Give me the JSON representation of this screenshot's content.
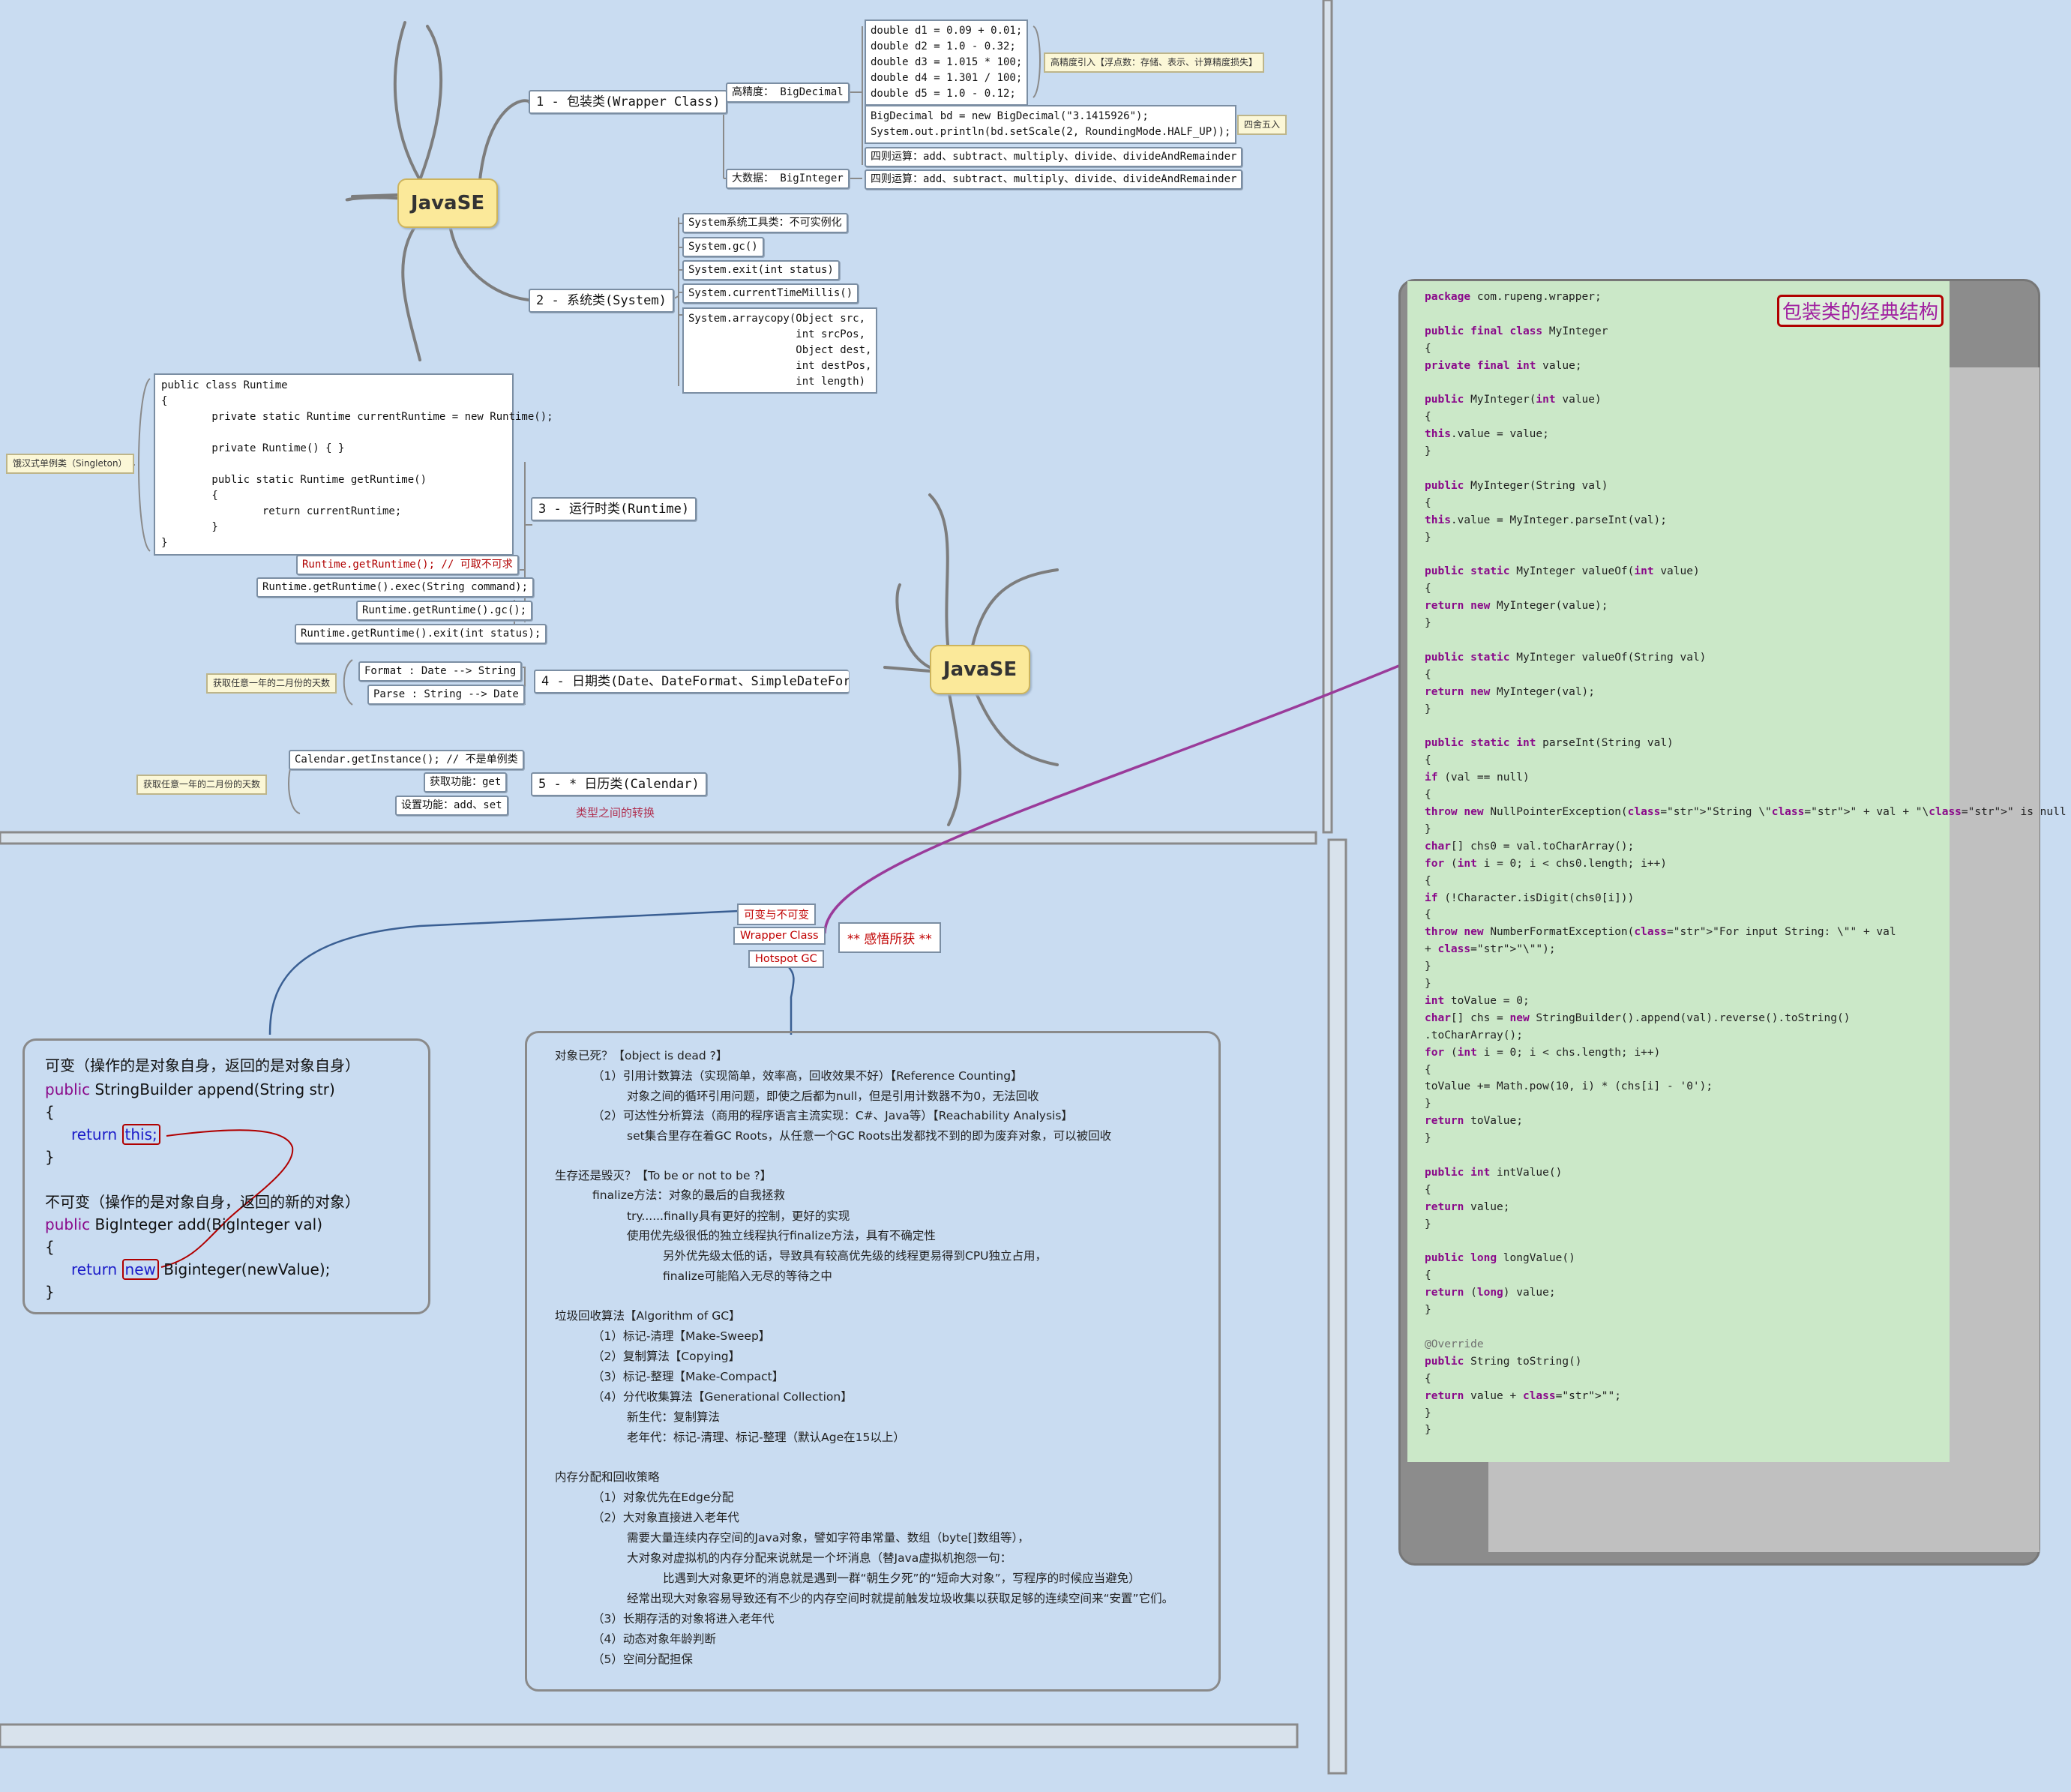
{
  "mindmap": {
    "center_label": "JavaSE",
    "branches": {
      "wrapper": "1 - 包装类(Wrapper Class)",
      "system": "2 - 系统类(System)",
      "runtime": "3 - 运行时类(Runtime)",
      "date": "4 - 日期类(Date、DateFormat、SimpleDateFor",
      "calendar": "5 - * 日历类(Calendar)"
    },
    "bigdecimal_label": "高精度：  BigDecimal",
    "biginteger_label": "大数据：  BigInteger",
    "double_code": "double d1 = 0.09 + 0.01;\ndouble d2 = 1.0 - 0.32;\ndouble d3 = 1.015 * 100;\ndouble d4 = 1.301 / 100;\ndouble d5 = 1.0 - 0.12;",
    "precision_note": "高精度引入【浮点数：存储、表示、计算精度损失】",
    "bd_code": "BigDecimal bd = new BigDecimal(\"3.1415926\");\nSystem.out.println(bd.setScale(2, RoundingMode.HALF_UP));",
    "rounding_note": "四舍五入",
    "arith_1": "四则运算：add、subtract、multiply、divide、divideAndRemainder",
    "arith_2": "四则运算：add、subtract、multiply、divide、divideAndRemainder",
    "sys_items": [
      "System系统工具类：不可实例化",
      "System.gc()",
      "System.exit(int status)",
      "System.currentTimeMillis()"
    ],
    "arraycopy": "System.arraycopy(Object src,\n                 int srcPos,\n                 Object dest,\n                 int destPos,\n                 int length)",
    "runtime_code": "public class Runtime\n{\n        private static Runtime currentRuntime = new Runtime();\n\n        private Runtime() { }\n\n        public static Runtime getRuntime()\n        {\n                return currentRuntime;\n        }\n}",
    "singleton_note": "饿汉式单例类（Singleton）",
    "runtime_items": [
      "Runtime.getRuntime();  // 可取不可求",
      "Runtime.getRuntime().exec(String command);",
      "Runtime.getRuntime().gc();",
      "Runtime.getRuntime().exit(int status);"
    ],
    "date_items": [
      "Format : Date --> String",
      "Parse : String --> Date"
    ],
    "date_note": "获取任意一年的二月份的天数",
    "calendar_items": [
      "Calendar.getInstance();  // 不是单例类",
      "获取功能：get",
      "设置功能：add、set"
    ],
    "calendar_note": "获取任意一年的二月份的天数",
    "type_conv": "类型之间的转换"
  },
  "tags": {
    "mutable": "可变与不可变",
    "wrapper": "Wrapper Class",
    "gc": "Hotspot GC",
    "insight": "** 感悟所获 **"
  },
  "mutable_panel": {
    "line1": "可变（操作的是对象自身，返回的是对象自身）",
    "line2_kw": "public",
    "line2_rest": " StringBuilder append(String str)",
    "brace_open_1": "{",
    "line3_kw": "return",
    "line3_rest": "this;",
    "brace_close_1": "}",
    "line4": "不可变（操作的是对象自身，返回的新的对象）",
    "line5_kw": "public",
    "line5_rest": " BigInteger add(BigInteger val)",
    "brace_open_2": "{",
    "line6_kw": "return",
    "line6_new": "new",
    "line6_rest": " Biginteger(newValue);",
    "brace_close_2": "}"
  },
  "gc_notes": [
    "对象已死？【object is dead ?】",
    "（1）引用计数算法（实现简单，效率高，回收效果不好）【Reference Counting】",
    "对象之间的循环引用问题，即使之后都为null，但是引用计数器不为0，无法回收",
    "（2）可达性分析算法（商用的程序语言主流实现：C#、Java等）【Reachability Analysis】",
    "set集合里存在着GC Roots，从任意一个GC Roots出发都找不到的即为废弃对象，可以被回收",
    "生存还是毁灭？【To be or not to be ?】",
    "finalize方法：对象的最后的自我拯救",
    "try......finally具有更好的控制，更好的实现",
    "使用优先级很低的独立线程执行finalize方法，具有不确定性",
    "另外优先级太低的话，导致具有较高优先级的线程更易得到CPU独立占用，",
    "finalize可能陷入无尽的等待之中",
    "垃圾回收算法【Algorithm of GC】",
    "（1）标记-清理【Make-Sweep】",
    "（2）复制算法【Copying】",
    "（3）标记-整理【Make-Compact】",
    "（4）分代收集算法【Generational Collection】",
    "新生代：复制算法",
    "老年代：标记-清理、标记-整理（默认Age在15以上）",
    "内存分配和回收策略",
    "（1）对象优先在Edge分配",
    "（2）大对象直接进入老年代",
    "需要大量连续内存空间的Java对象，譬如字符串常量、数组（byte[]数组等），",
    "大对象对虚拟机的内存分配来说就是一个坏消息（替Java虚拟机抱怨一句：",
    "比遇到大对象更坏的消息就是遇到一群“朝生夕死”的“短命大对象”，写程序的时候应当避免）",
    "经常出现大对象容易导致还有不少的内存空间时就提前触发垃圾收集以获取足够的连续空间来“安置”它们。",
    "（3）长期存活的对象将进入老年代",
    "（4）动态对象年龄判断",
    "（5）空间分配担保"
  ],
  "java_panel": {
    "title": "包装类的经典结构",
    "lines": [
      "package com.rupeng.wrapper;",
      "",
      "public final class MyInteger",
      "{",
      "        private final int value;",
      "",
      "        public MyInteger(int value)",
      "        {",
      "                this.value = value;",
      "        }",
      "",
      "        public MyInteger(String val)",
      "        {",
      "                this.value = MyInteger.parseInt(val);",
      "        }",
      "",
      "        public static MyInteger valueOf(int value)",
      "        {",
      "                return new MyInteger(value);",
      "        }",
      "",
      "        public static MyInteger valueOf(String val)",
      "        {",
      "                return new MyInteger(val);",
      "        }",
      "",
      "        public static int parseInt(String val)",
      "        {",
      "                if (val == null)",
      "                {",
      "                        throw new NullPointerException(\"String \\\"\" + val + \"\\\" is null ! \");",
      "                }",
      "                char[] chs0 = val.toCharArray();",
      "                for (int i = 0; i < chs0.length; i++)",
      "                {",
      "                        if (!Character.isDigit(chs0[i]))",
      "                        {",
      "                                throw new NumberFormatException(\"For input String: \\\"\" + val",
      "                                                + \"\\\"\");",
      "                        }",
      "                }",
      "                int toValue = 0;",
      "                char[] chs = new StringBuilder().append(val).reverse().toString()",
      "                                .toCharArray();",
      "                for (int i = 0; i < chs.length; i++)",
      "                {",
      "                        toValue += Math.pow(10, i) * (chs[i] - '0');",
      "                }",
      "                return toValue;",
      "        }",
      "",
      "        public int intValue()",
      "        {",
      "                return value;",
      "        }",
      "",
      "        public long longValue()",
      "        {",
      "                return (long) value;",
      "        }",
      "",
      "        @Override",
      "        public String toString()",
      "        {",
      "                return value + \"\";",
      "        }",
      "}"
    ]
  }
}
